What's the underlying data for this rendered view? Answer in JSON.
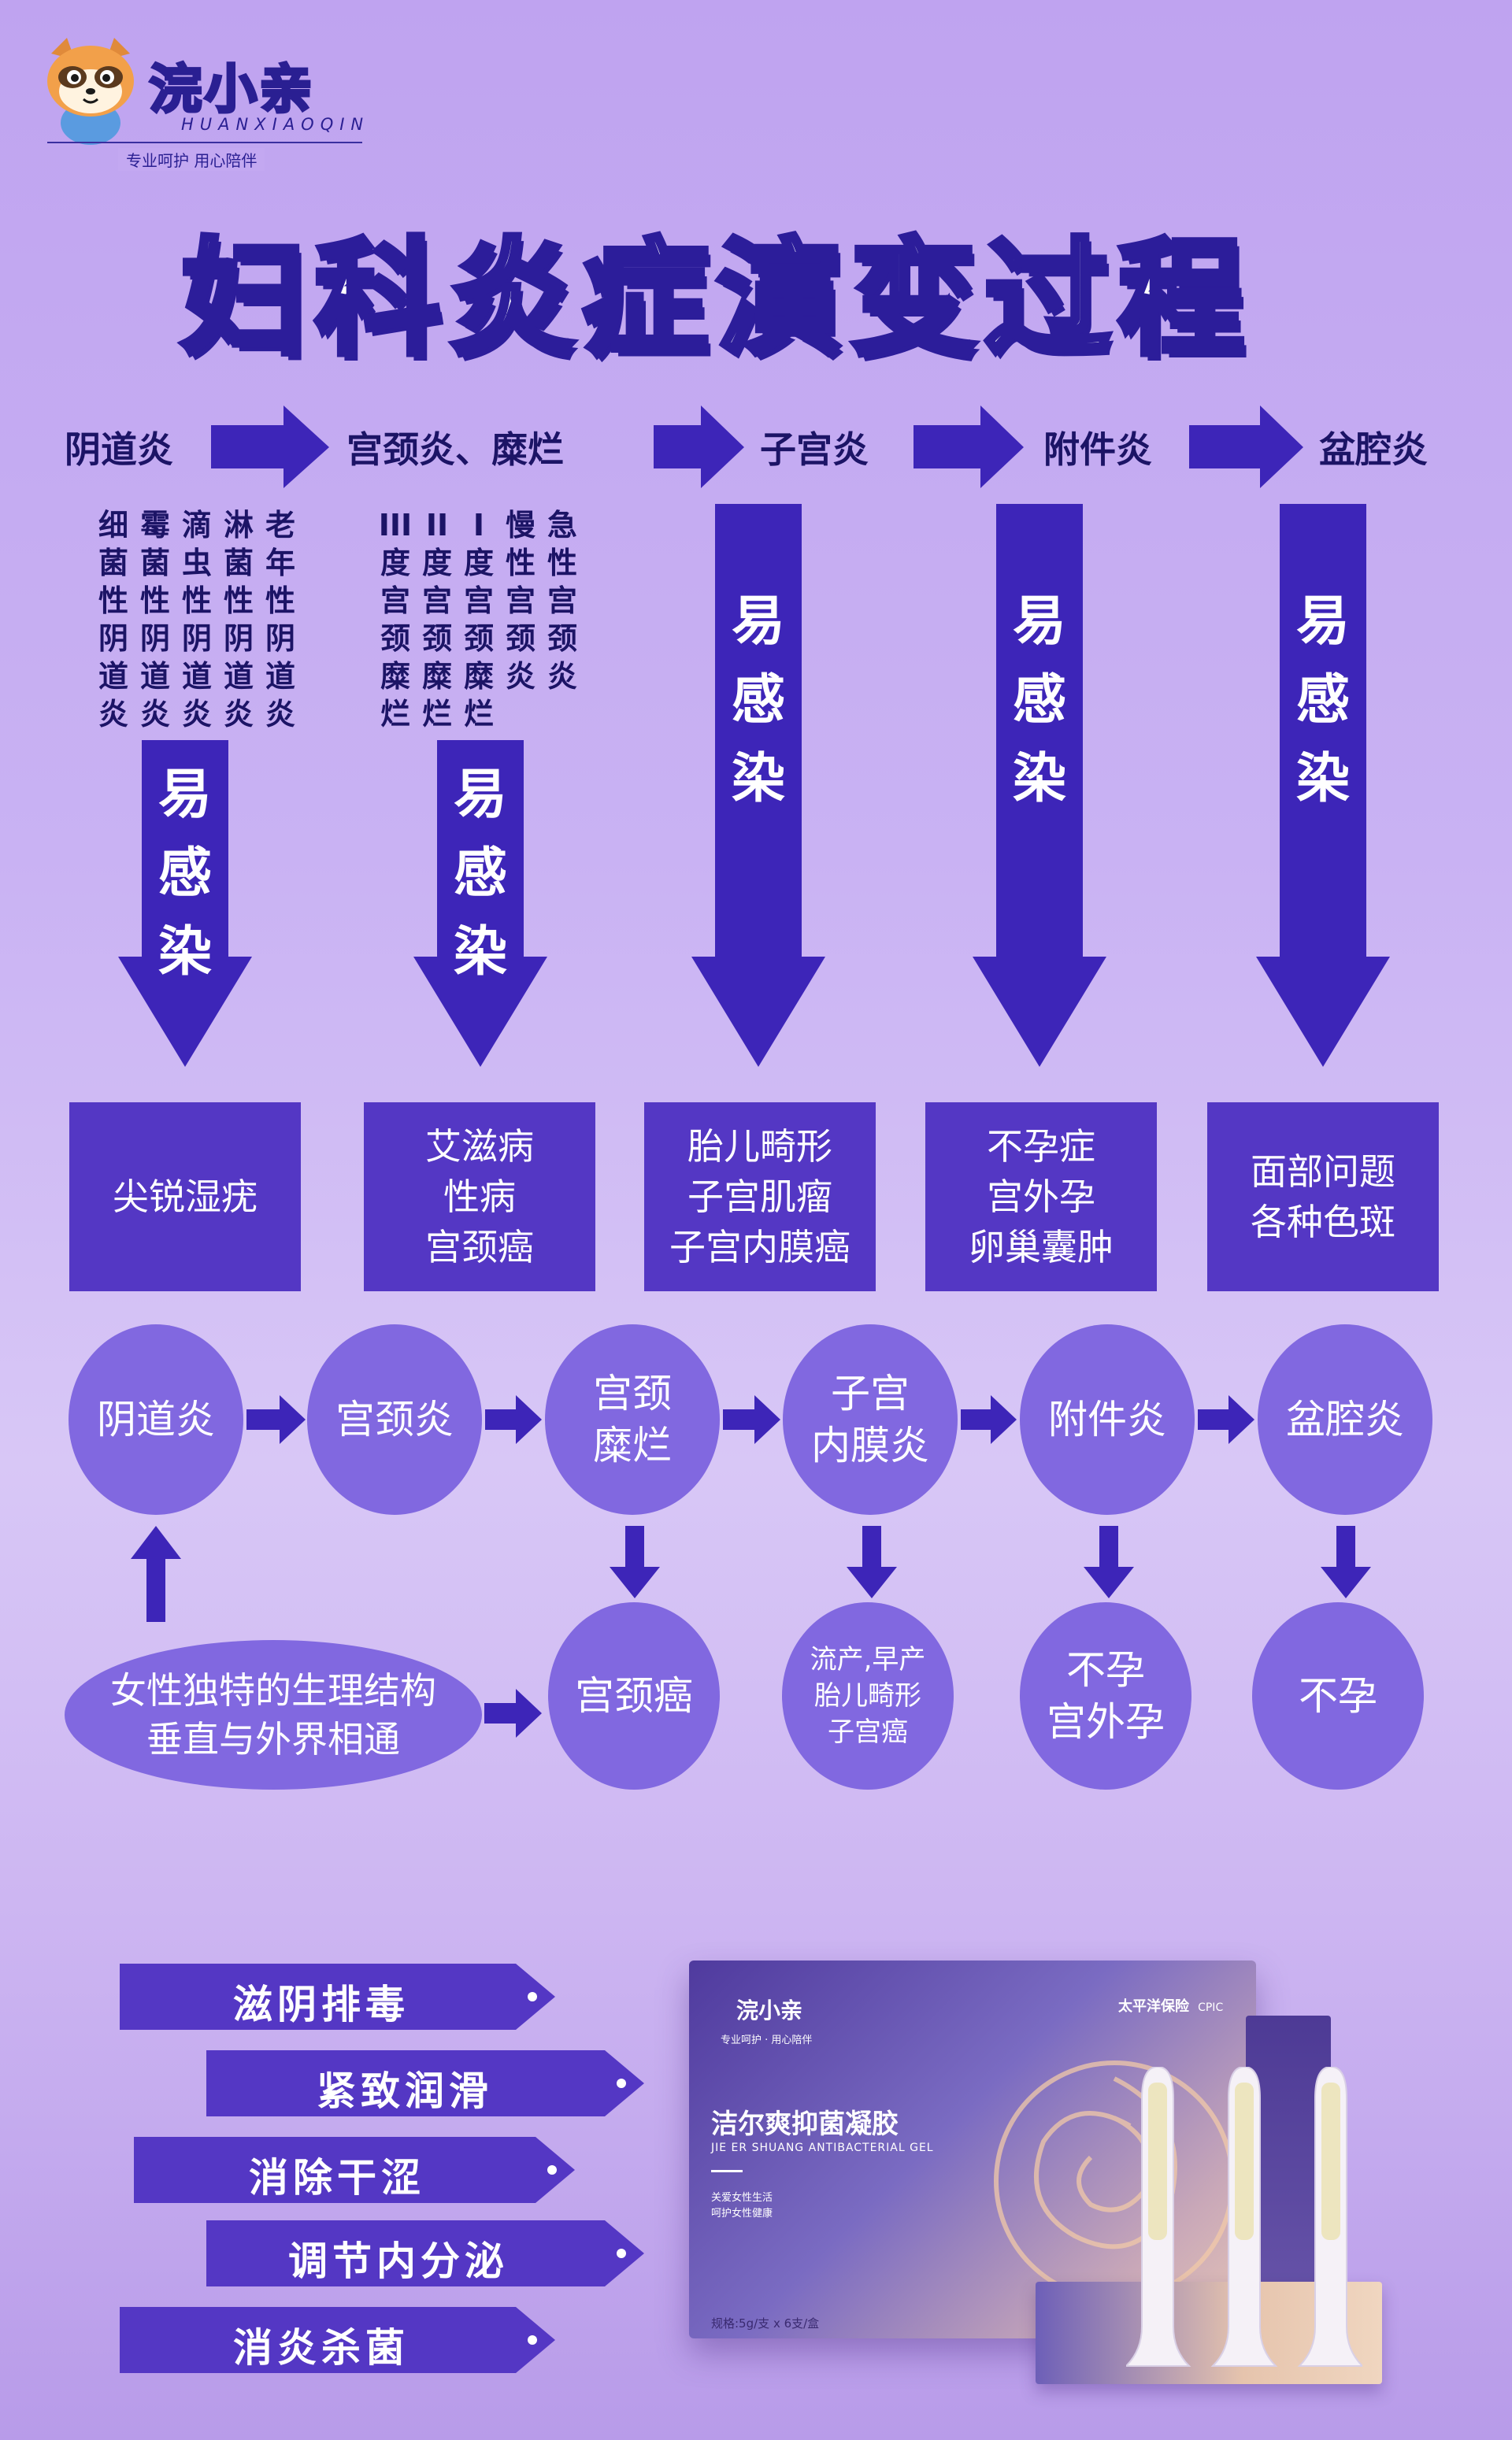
{
  "logo": {
    "brand": "浣小亲",
    "pinyin": "HUANXIAOQIN",
    "slogan": "专业呵护  用心陪伴"
  },
  "title": "妇科炎症演变过程",
  "stages": [
    "阴道炎",
    "宫颈炎、糜烂",
    "子宫炎",
    "附件炎",
    "盆腔炎"
  ],
  "vaginitis_types": [
    "细菌性阴道炎",
    "霉菌性阴道炎",
    "滴虫性阴道炎",
    "淋菌性阴道炎",
    "老年性阴道炎"
  ],
  "cervicitis_types": [
    "III度宫颈糜烂",
    "II度宫颈糜烂",
    "I度宫颈糜烂",
    "慢性宫颈炎",
    "急性宫颈炎"
  ],
  "infection_label": "易感染",
  "outcomes": [
    "尖锐湿疣",
    "艾滋病\n性病\n宫颈癌",
    "胎儿畸形\n子宫肌瘤\n子宫内膜癌",
    "不孕症\n宫外孕\n卵巢囊肿",
    "面部问题\n各种色斑"
  ],
  "flow_circles": [
    "阴道炎",
    "宫颈炎",
    "宫颈\n糜烂",
    "子宫\n内膜炎",
    "附件炎",
    "盆腔炎"
  ],
  "root_cause": "女性独特的生理结构\n垂直与外界相通",
  "consequences": [
    "宫颈癌",
    "流产,早产\n胎儿畸形\n子宫癌",
    "不孕\n宫外孕",
    "不孕"
  ],
  "benefits": [
    "滋阴排毒",
    "紧致润滑",
    "消除干涩",
    "调节内分泌",
    "消炎杀菌"
  ],
  "product": {
    "box_brand": "浣小亲",
    "box_slogan": "专业呵护 · 用心陪伴",
    "insurer": "太平洋保险",
    "insurer_sub": "CPIC",
    "name_cn": "洁尔爽抑菌凝胶",
    "name_en": "JIE ER SHUANG ANTIBACTERIAL GEL",
    "tagline_1": "关爱女性生活",
    "tagline_2": "呵护女性健康",
    "spec": "规格:5g/支 x 6支/盒"
  },
  "colors": {
    "primary": "#3d25b8",
    "box": "#5437c4",
    "circle": "#8168e0",
    "text": "#1c1466"
  }
}
